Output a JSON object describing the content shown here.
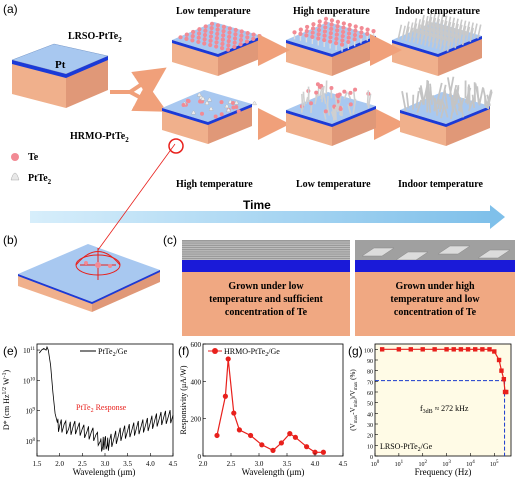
{
  "panels": {
    "a": {
      "label": "(a)",
      "substrate_label": "Pt",
      "row1_label": "LRSO-PtTe",
      "row1_sub": "2",
      "row2_label": "HRMO-PtTe",
      "row2_sub": "2",
      "row1_stages": [
        "Low temperature",
        "High temperature",
        "Indoor temperature"
      ],
      "row2_stages": [
        "High temperature",
        "Low temperature",
        "Indoor temperature"
      ],
      "legend_te": "Te",
      "legend_ptte2": "PtTe",
      "legend_ptte2_sub": "2",
      "time_label": "Time"
    },
    "b": {
      "label": "(b)"
    },
    "c": {
      "label": "(c)",
      "left_text": [
        "Grown under low",
        "temperature and sufficient",
        "concentration of Te"
      ],
      "right_text": [
        "Grown under high",
        "temperature and low",
        "concentration of Te"
      ]
    },
    "e": {
      "label": "(e)",
      "legend": "PtTe",
      "legend_sub": "2",
      "legend_suffix": "/Ge",
      "annotation": "PtTe",
      "annotation_sub": "2",
      "annotation_suffix": " Response",
      "ylabel": "D* (cm Hz",
      "ylabel_exp": "1/2",
      "ylabel_suffix": " W",
      "ylabel_exp2": "-1",
      "ylabel_end": ")",
      "xlabel": "Wavelength (μm)",
      "xticks": [
        "1.5",
        "2.0",
        "2.5",
        "3.0",
        "3.5",
        "4.0",
        "4.5"
      ],
      "yticks": [
        "10",
        "10",
        "10",
        "10"
      ],
      "yticks_exp": [
        "8",
        "9",
        "10",
        "11"
      ]
    },
    "f": {
      "label": "(f)",
      "legend": "HRMO-PtTe",
      "legend_sub": "2",
      "legend_suffix": "/Ge",
      "ylabel": "Responsivity (μA/W)",
      "xlabel": "Wavelength (μm)",
      "xticks": [
        "2.0",
        "2.5",
        "3.0",
        "3.5",
        "4.0",
        "4.5"
      ],
      "yticks": [
        "0",
        "200",
        "400",
        "600"
      ]
    },
    "g": {
      "label": "(g)",
      "ylabel": "(V",
      "ylabel_full": "(V − V )/V  (%)",
      "ylabel_sub1": "max",
      "ylabel_sub2": "min",
      "ylabel_sub3": "max",
      "xlabel": "Frequency (Hz)",
      "annotation": "f",
      "annotation_sub": "3dB",
      "annotation_suffix": " ≈ 272 kHz",
      "legend": "LRSO-PtTe",
      "legend_sub": "2",
      "legend_suffix": "/Ge",
      "xticks_base": "10",
      "xticks_exp": [
        "0",
        "1",
        "2",
        "3",
        "4",
        "5"
      ],
      "yticks": [
        "0",
        "10",
        "20",
        "30",
        "40",
        "50",
        "60",
        "70",
        "80",
        "90",
        "100"
      ]
    }
  },
  "colors": {
    "blue_surface": "#a8c8f0",
    "blue_layer": "#1a3ad8",
    "substrate": "#f0b08c",
    "arrow": "#f0a07a",
    "te_pink": "#f28a94",
    "time_arrow": "#9ccfee",
    "red_line": "#e8201c",
    "dashed_blue": "#1a3acc"
  },
  "chart_data": [
    {
      "type": "line",
      "panel": "e",
      "xlabel": "Wavelength (μm)",
      "ylabel": "D* (cm Hz1/2 W-1)",
      "xlim": [
        1.5,
        4.5
      ],
      "ylim_log10": [
        7.5,
        11.2
      ],
      "yscale": "log",
      "series": [
        {
          "name": "PtTe2/Ge",
          "x": [
            1.55,
            1.6,
            1.65,
            1.7,
            1.72,
            1.75,
            1.8,
            1.85,
            1.9,
            1.95,
            2.0,
            2.1,
            2.2,
            2.3,
            2.4,
            2.5,
            2.6,
            2.7,
            2.8,
            2.9,
            2.95,
            3.0,
            3.05,
            3.1,
            3.2,
            3.3,
            3.4,
            3.5,
            3.6,
            3.7,
            3.8,
            3.9,
            4.0,
            4.1,
            4.2,
            4.3,
            4.4,
            4.5
          ],
          "y_log10": [
            10.9,
            11.0,
            11.05,
            11.0,
            11.1,
            11.0,
            10.5,
            9.6,
            8.9,
            8.6,
            8.5,
            8.55,
            8.4,
            8.5,
            8.45,
            8.4,
            8.3,
            8.3,
            8.2,
            8.0,
            7.8,
            8.1,
            7.85,
            8.0,
            8.1,
            8.2,
            8.3,
            8.35,
            8.4,
            8.45,
            8.5,
            8.55,
            8.6,
            8.7,
            8.75,
            8.8,
            8.82,
            8.85
          ]
        }
      ]
    },
    {
      "type": "line",
      "panel": "f",
      "xlabel": "Wavelength (μm)",
      "ylabel": "Responsivity (μA/W)",
      "xlim": [
        2.0,
        4.5
      ],
      "ylim": [
        0,
        600
      ],
      "series": [
        {
          "name": "HRMO-PtTe2/Ge",
          "x": [
            2.25,
            2.4,
            2.45,
            2.55,
            2.65,
            2.85,
            3.05,
            3.25,
            3.4,
            3.55,
            3.65,
            3.85,
            4.0,
            4.15
          ],
          "y": [
            110,
            320,
            520,
            230,
            140,
            110,
            60,
            30,
            70,
            120,
            100,
            50,
            20,
            20
          ]
        }
      ]
    },
    {
      "type": "line",
      "panel": "g",
      "xlabel": "Frequency (Hz)",
      "ylabel": "(Vmax-Vmin)/Vmax (%)",
      "xscale": "log",
      "xlim_log10": [
        0,
        5.7
      ],
      "ylim": [
        0,
        105
      ],
      "series": [
        {
          "name": "LRSO-PtTe2/Ge",
          "x_log10": [
            0.3,
            1.0,
            1.5,
            2.0,
            2.5,
            3.0,
            3.3,
            3.6,
            3.9,
            4.2,
            4.5,
            4.8,
            5.0,
            5.2,
            5.3,
            5.4,
            5.45,
            5.5
          ],
          "y": [
            100,
            100,
            100,
            100,
            100,
            100,
            100,
            100,
            100,
            100,
            100,
            100,
            98,
            90,
            80,
            72,
            60,
            60
          ]
        }
      ],
      "threshold_y": 70.7,
      "f3db_log10": 5.43
    }
  ]
}
